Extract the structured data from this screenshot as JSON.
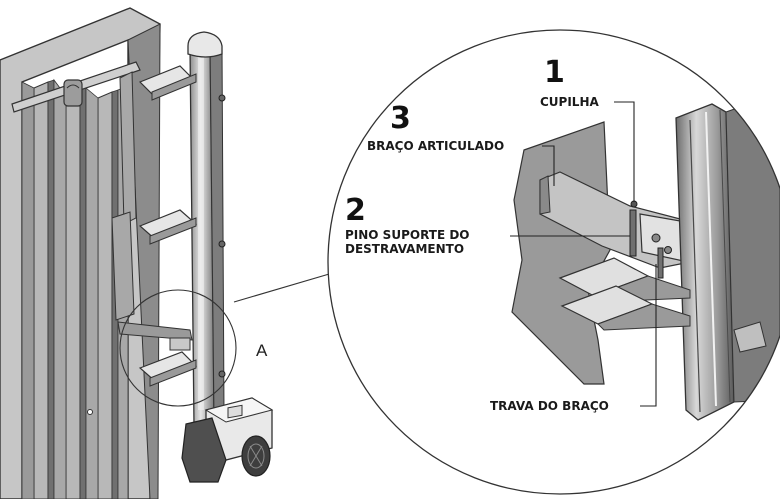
{
  "callouts": {
    "n1": "1",
    "n2": "2",
    "n3": "3",
    "cupilha": "CUPILHA",
    "braco": "BRAÇO ARTICULADO",
    "pino_l1": "PINO SUPORTE DO",
    "pino_l2": "DESTRAVAMENTO",
    "trava": "TRAVA DO BRAÇO",
    "detail_letter": "A"
  },
  "colors": {
    "steel_light": "#d9d9d9",
    "steel_mid": "#b3b3b3",
    "steel_dark": "#5e5e5e",
    "outline": "#333333",
    "gate_fill": "#9a9a9a"
  }
}
